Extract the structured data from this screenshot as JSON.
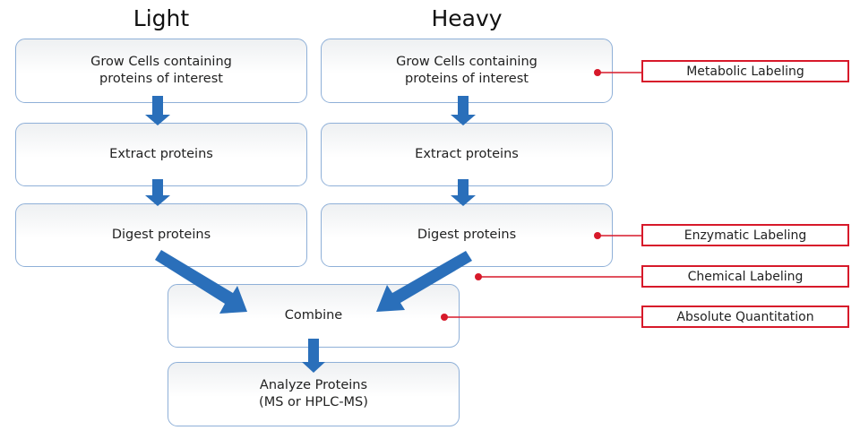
{
  "diagram": {
    "columns": {
      "light": {
        "title": "Light"
      },
      "heavy": {
        "title": "Heavy"
      }
    },
    "light_steps": [
      {
        "line1": "Grow Cells containing",
        "line2": "proteins of interest"
      },
      {
        "line1": "Extract proteins",
        "line2": ""
      },
      {
        "line1": "Digest proteins",
        "line2": ""
      }
    ],
    "heavy_steps": [
      {
        "line1": "Grow Cells containing",
        "line2": "proteins of interest"
      },
      {
        "line1": "Extract proteins",
        "line2": ""
      },
      {
        "line1": "Digest proteins",
        "line2": ""
      }
    ],
    "combine": {
      "line1": "Combine"
    },
    "analyze": {
      "line1": "Analyze Proteins",
      "line2": "(MS or HPLC-MS)"
    },
    "labeling_methods": [
      {
        "label": "Metabolic Labeling"
      },
      {
        "label": "Enzymatic Labeling"
      },
      {
        "label": "Chemical Labeling"
      },
      {
        "label": "Absolute Quantitation"
      }
    ],
    "colors": {
      "arrow": "#2a6fba",
      "box_border": "#8fb0d8",
      "callout": "#d7192a"
    }
  }
}
